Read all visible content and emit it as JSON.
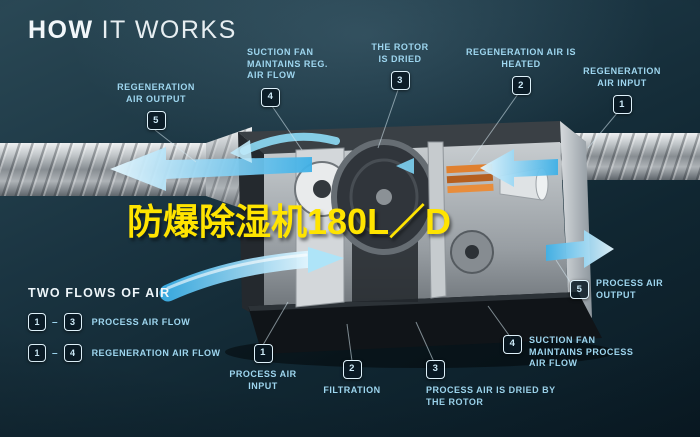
{
  "title": {
    "bold": "HOW",
    "light": "IT WORKS"
  },
  "overlay_text": "防爆除湿机180L／D",
  "callouts": [
    {
      "num": "5",
      "label": "REGENERATION AIR OUTPUT"
    },
    {
      "num": "4",
      "label": "SUCTION FAN MAINTAINS REG. AIR FLOW"
    },
    {
      "num": "3",
      "label": "THE ROTOR IS DRIED"
    },
    {
      "num": "2",
      "label": "REGENERATION AIR IS HEATED"
    },
    {
      "num": "1",
      "label": "REGENERATION AIR INPUT"
    },
    {
      "num": "5",
      "label": "PROCESS AIR OUTPUT"
    },
    {
      "num": "4",
      "label": "SUCTION FAN MAINTAINS PROCESS AIR FLOW"
    },
    {
      "num": "3",
      "label": "PROCESS AIR IS DRIED BY THE ROTOR"
    },
    {
      "num": "2",
      "label": "FILTRATION"
    },
    {
      "num": "1",
      "label": "PROCESS AIR INPUT"
    }
  ],
  "legend": {
    "heading": "TWO FLOWS OF AIR",
    "dash": "–",
    "rows": [
      {
        "from": "1",
        "to": "3",
        "label": "PROCESS AIR FLOW"
      },
      {
        "from": "1",
        "to": "4",
        "label": "REGENERATION AIR FLOW"
      }
    ]
  },
  "colors": {
    "background_top": "#2a4855",
    "background_bottom": "#0a1b25",
    "label_blue": "#9ed6ef",
    "badge_border": "#dff2fb",
    "arrow_cyan": "#5ec4ef",
    "heater_orange": "#e0802f",
    "overlay_yellow": "#ffe400"
  }
}
